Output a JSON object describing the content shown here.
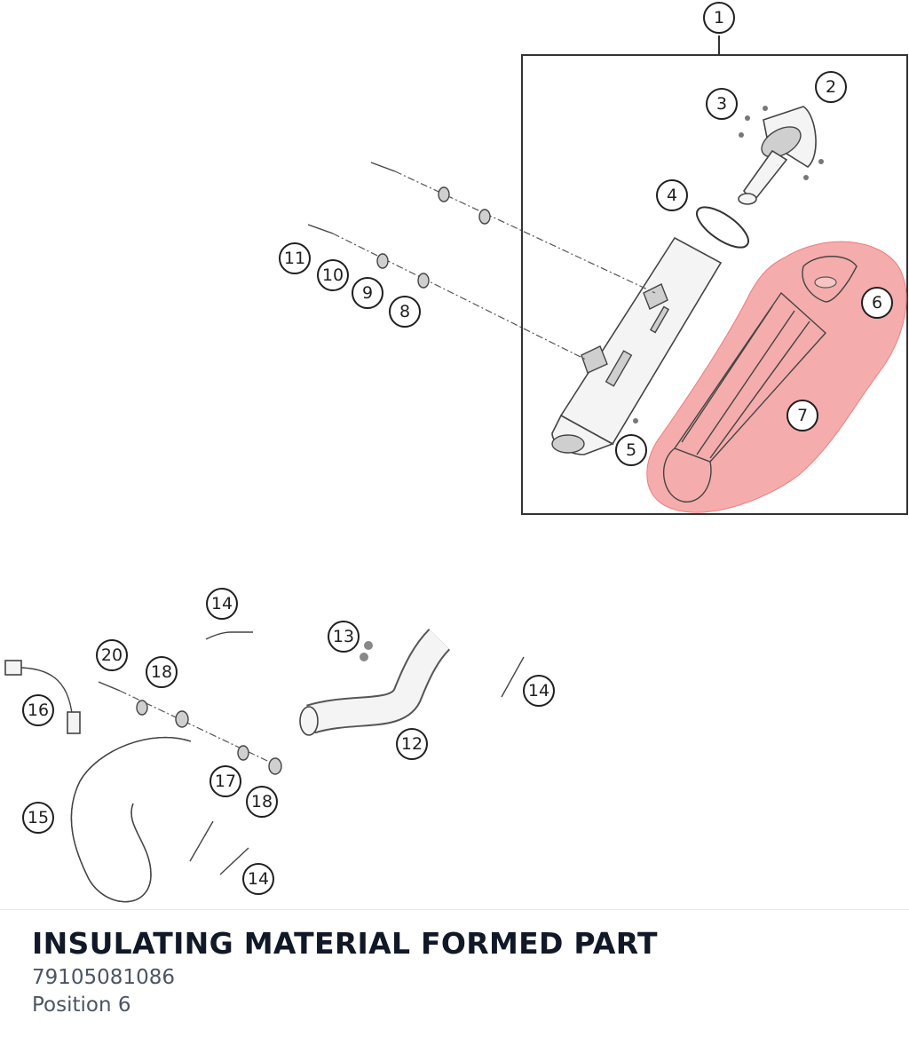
{
  "diagram": {
    "highlight_color": "#f08080",
    "callouts": {
      "c1": "1",
      "c2": "2",
      "c3": "3",
      "c4": "4",
      "c5": "5",
      "c6": "6",
      "c7": "7",
      "c8": "8",
      "c9": "9",
      "c10": "10",
      "c11": "11",
      "c12": "12",
      "c13": "13",
      "c14a": "14",
      "c14b": "14",
      "c14c": "14",
      "c15": "15",
      "c16": "16",
      "c17": "17",
      "c18a": "18",
      "c18b": "18",
      "c20": "20"
    }
  },
  "part": {
    "title": "INSULATING MATERIAL FORMED PART",
    "number": "79105081086",
    "position": "Position 6"
  }
}
